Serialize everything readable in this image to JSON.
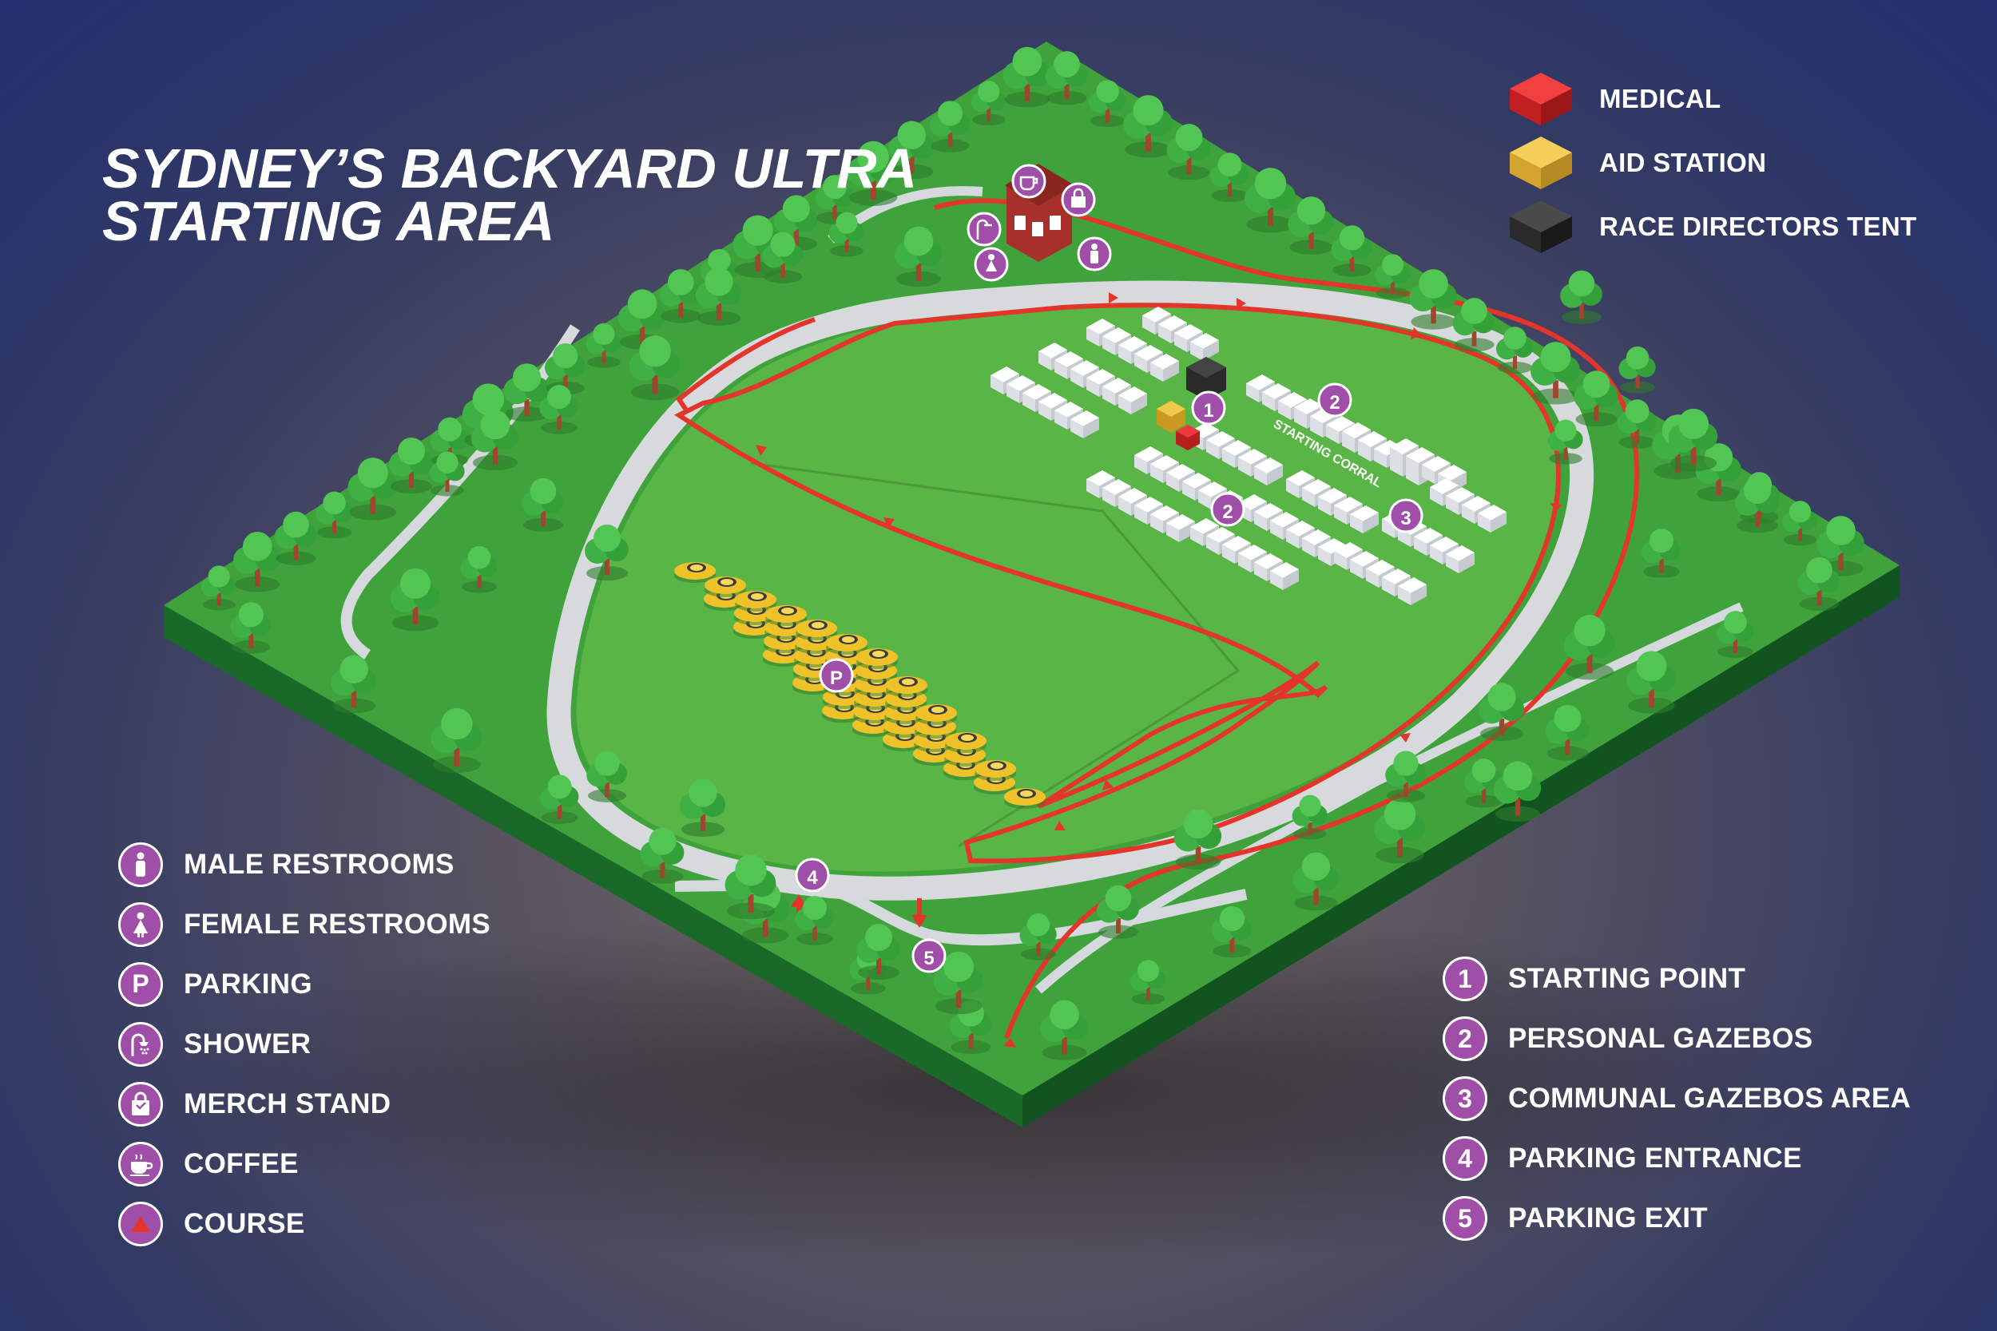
{
  "title": {
    "line1": "SYDNEY’S BACKYARD ULTRA",
    "line2": "STARTING AREA"
  },
  "structures_legend": [
    {
      "label": "MEDICAL",
      "icon": "red-cube-icon",
      "color": "#e02a2a"
    },
    {
      "label": "AID STATION",
      "icon": "yellow-cube-icon",
      "color": "#e8b73a"
    },
    {
      "label": "RACE DIRECTORS TENT",
      "icon": "black-cube-icon",
      "color": "#2a2a2a"
    }
  ],
  "amenities_legend": [
    {
      "label": "MALE RESTROOMS",
      "icon": "male-icon"
    },
    {
      "label": "FEMALE RESTROOMS",
      "icon": "female-icon"
    },
    {
      "label": "PARKING",
      "icon": "parking-icon",
      "glyph": "P"
    },
    {
      "label": "SHOWER",
      "icon": "shower-icon"
    },
    {
      "label": "MERCH STAND",
      "icon": "merch-bag-icon"
    },
    {
      "label": "COFFEE",
      "icon": "coffee-icon"
    },
    {
      "label": "COURSE",
      "icon": "course-arrow-icon"
    }
  ],
  "numbered_legend": [
    {
      "num": "1",
      "label": "STARTING POINT"
    },
    {
      "num": "2",
      "label": "PERSONAL GAZEBOS"
    },
    {
      "num": "3",
      "label": "COMMUNAL GAZEBOS AREA"
    },
    {
      "num": "4",
      "label": "PARKING ENTRANCE"
    },
    {
      "num": "5",
      "label": "PARKING EXIT"
    }
  ],
  "map_labels": {
    "corral": "STARTING CORRAL",
    "parking_marker": "P"
  },
  "map_markers": [
    "1",
    "2",
    "2",
    "3",
    "4",
    "5"
  ],
  "colors": {
    "grass": "#3fa23a",
    "inner_grass": "#58b546",
    "track": "#d7d9dd",
    "course": "#e3352b",
    "marker": "#9f4fa8",
    "car": "#f0c22a",
    "tree": "#43b743",
    "base": "#1f6b2a"
  }
}
